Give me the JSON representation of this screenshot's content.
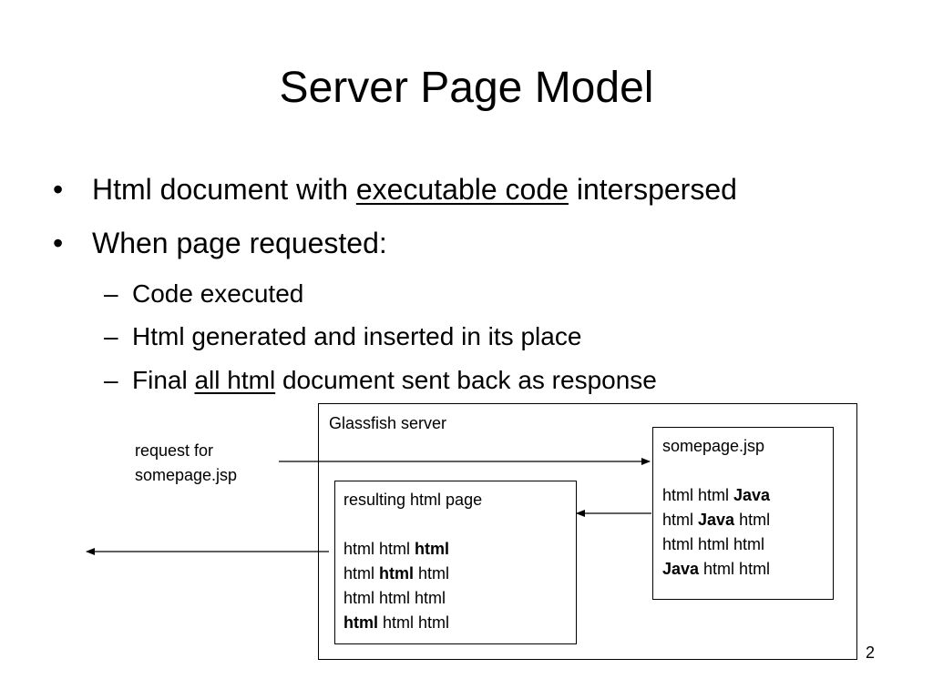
{
  "slide": {
    "title": "Server Page Model",
    "number": "2"
  },
  "bullets": {
    "item1": {
      "before": "Html document with ",
      "underlined": "executable code",
      "after": " interspersed"
    },
    "item2": {
      "text": "When page requested:"
    },
    "sub1": {
      "text": "Code executed"
    },
    "sub2": {
      "text": "Html generated and inserted in its place"
    },
    "sub3": {
      "before": "Final ",
      "underlined": "all html",
      "after": " document sent back as response"
    },
    "bullet_mark": "•",
    "dash_mark": "–"
  },
  "diagram": {
    "request_label": {
      "line1": "request for",
      "line2": "somepage.jsp"
    },
    "server_label": "Glassfish server",
    "jsp_box": {
      "title": "somepage.jsp",
      "lines": [
        [
          {
            "t": "html html "
          },
          {
            "t": "Java",
            "b": true
          }
        ],
        [
          {
            "t": "html "
          },
          {
            "t": "Java",
            "b": true
          },
          {
            "t": " html"
          }
        ],
        [
          {
            "t": "html html html"
          }
        ],
        [
          {
            "t": "Java",
            "b": true
          },
          {
            "t": " html html"
          }
        ]
      ]
    },
    "result_box": {
      "title": "resulting html page",
      "lines": [
        [
          {
            "t": "html html "
          },
          {
            "t": "html",
            "b": true
          }
        ],
        [
          {
            "t": "html "
          },
          {
            "t": "html",
            "b": true
          },
          {
            "t": " html"
          }
        ],
        [
          {
            "t": "html html html"
          }
        ],
        [
          {
            "t": "html",
            "b": true
          },
          {
            "t": " html html"
          }
        ]
      ]
    }
  }
}
